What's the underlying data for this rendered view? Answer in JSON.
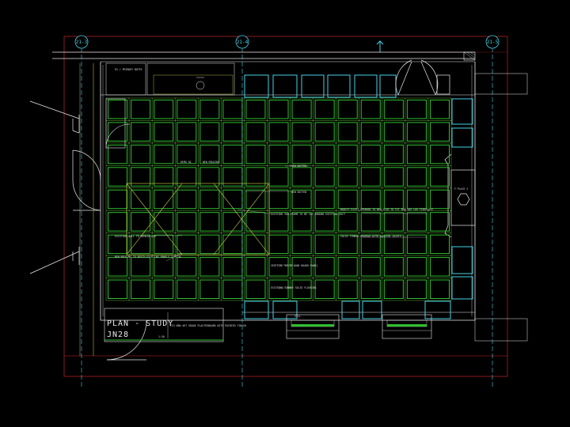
{
  "drawing": {
    "title_line1": "PLAN - STUDY",
    "title_line2": "JN28",
    "scale_text": "1:50",
    "grid_tags": [
      "21-3",
      "21-4",
      "21-5"
    ],
    "room_labels": {
      "top_left": "EX / PRIMARY NOTES",
      "fireplace": "F'PLACE 2",
      "sill": "SILL"
    },
    "notes": {
      "n1": "DEMO SQ",
      "n2": "NEW MOLDING",
      "n3": "NEW BATTEN",
      "n4": "NEW BATTEN",
      "n5": "EXISTING SUB-FRAME TO BE CUT AROUND EXISTING DUCT",
      "n6": "MODIFY EXIST OPENING TO NEW SIZE TO FIT NEW GAS LOG FIREPLACE",
      "n7": "EXISTING WALL TO REMAIN U/O",
      "n8": "NEW MOLDING TO MATCH EXISTING PANELS TYPICAL",
      "n9": "SOLID TIMBER FRAMING WITH ROTATED JOISTS",
      "n10": "VERTICAL SOLID WOOD BOARD PANEL",
      "n11": "EXISTING TIMBER SOLID FLOORING",
      "n12": "FIX NEW ART GRADE PLASTERBOARD WITH PAINTED FINISH"
    },
    "colors": {
      "background": "#000000",
      "grid": "#2fbf2f",
      "grid_inner": "#7cd84a",
      "wall": "#e8e8e8",
      "cyan": "#46d2e6",
      "boundary": "#8a1d1d",
      "yellow": "#d8d84a",
      "white": "#f0f0f0"
    }
  }
}
